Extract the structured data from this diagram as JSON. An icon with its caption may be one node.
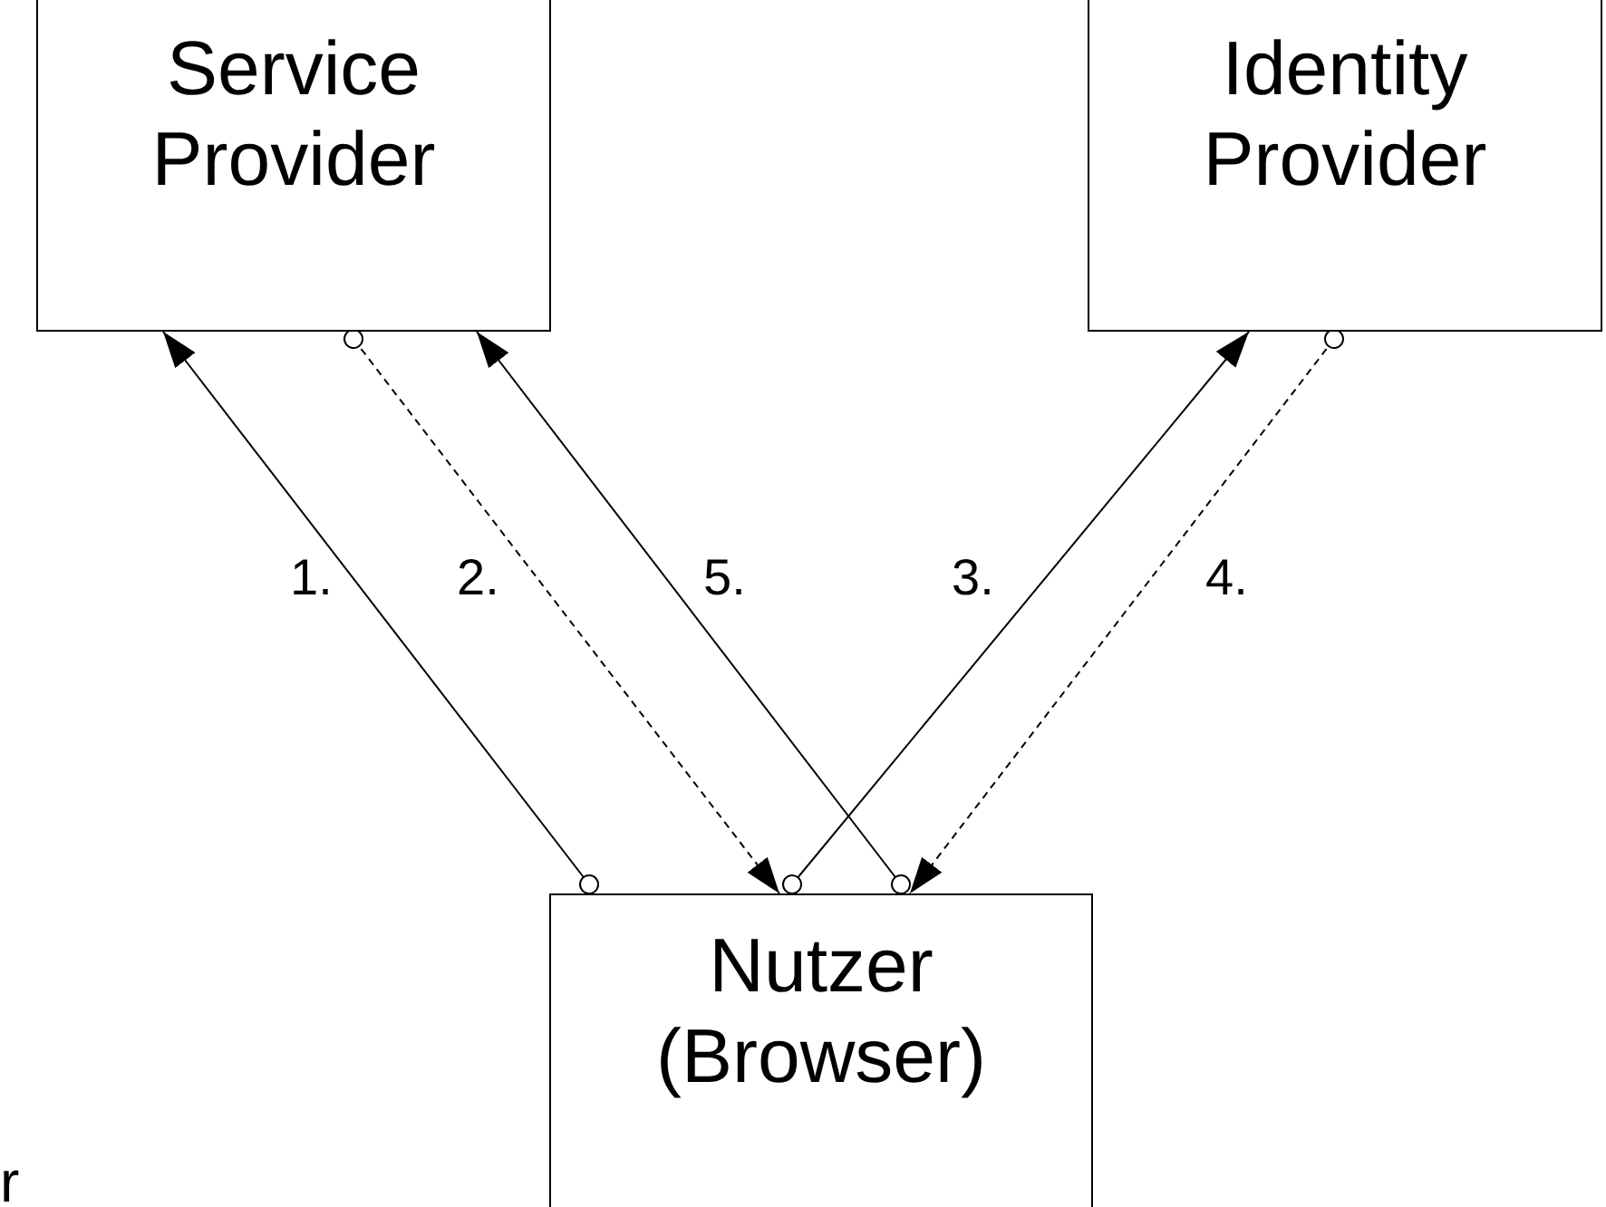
{
  "diagram": {
    "nodes": [
      {
        "text": [
          "Service Provider"
        ]
      },
      {
        "text": [
          "Identity Provider"
        ]
      },
      {
        "text": [
          "Nutzer (Browser)"
        ]
      }
    ],
    "edges": [
      {
        "from": 2,
        "to": 0,
        "arrow": "to",
        "label": "1."
      },
      {
        "from": 0,
        "to": 2,
        "arrow": "to",
        "label": "2.",
        "style": "dashed"
      },
      {
        "from": 2,
        "to": 0,
        "arrow": "to",
        "label": "5."
      },
      {
        "from": 2,
        "to": 1,
        "arrow": "to",
        "label": "3."
      },
      {
        "from": 1,
        "to": 2,
        "arrow": "to",
        "label": "4.",
        "style": "dashed"
      }
    ],
    "labels": [
      "r"
    ]
  }
}
